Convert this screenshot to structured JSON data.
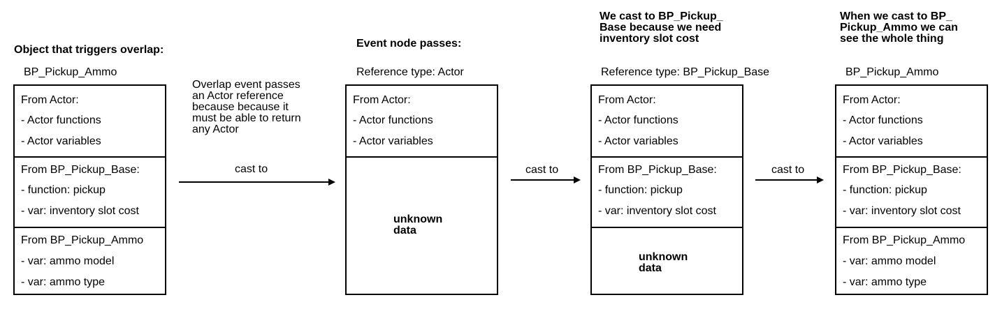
{
  "columns": [
    {
      "heading": "Object that triggers overlap:",
      "label": "BP_Pickup_Ammo",
      "sections": [
        {
          "lines": [
            "From Actor:",
            "- Actor functions",
            "- Actor variables"
          ]
        },
        {
          "lines": [
            "From BP_Pickup_Base:",
            "- function: pickup",
            "- var: inventory slot cost"
          ]
        },
        {
          "lines": [
            "From BP_Pickup_Ammo",
            "- var: ammo model",
            "- var: ammo type"
          ]
        }
      ]
    },
    {
      "heading": "Event node passes:",
      "label": "Reference type: Actor",
      "sections": [
        {
          "lines": [
            "From Actor:",
            "- Actor functions",
            "- Actor variables"
          ]
        }
      ],
      "unknown": "unknown\ndata"
    },
    {
      "heading": "We cast to BP_Pickup_\nBase because we need\ninventory slot cost",
      "label": "Reference type: BP_Pickup_Base",
      "sections": [
        {
          "lines": [
            "From Actor:",
            "- Actor functions",
            "- Actor variables"
          ]
        },
        {
          "lines": [
            "From BP_Pickup_Base:",
            "- function: pickup",
            "- var: inventory slot cost"
          ]
        }
      ],
      "unknown": "unknown\ndata"
    },
    {
      "heading": "When we cast to BP_\nPickup_Ammo we can\nsee the whole thing",
      "label": "BP_Pickup_Ammo",
      "sections": [
        {
          "lines": [
            "From Actor:",
            "- Actor functions",
            "- Actor variables"
          ]
        },
        {
          "lines": [
            "From BP_Pickup_Base:",
            "- function: pickup",
            "- var: inventory slot cost"
          ]
        },
        {
          "lines": [
            "From BP_Pickup_Ammo",
            "- var: ammo model",
            "- var: ammo type"
          ]
        }
      ]
    }
  ],
  "overlap_note": "Overlap event passes\nan Actor reference\nbecause because it\nmust be able to return\nany Actor",
  "arrows": [
    {
      "label": "cast to"
    },
    {
      "label": "cast to"
    },
    {
      "label": "cast to"
    }
  ]
}
